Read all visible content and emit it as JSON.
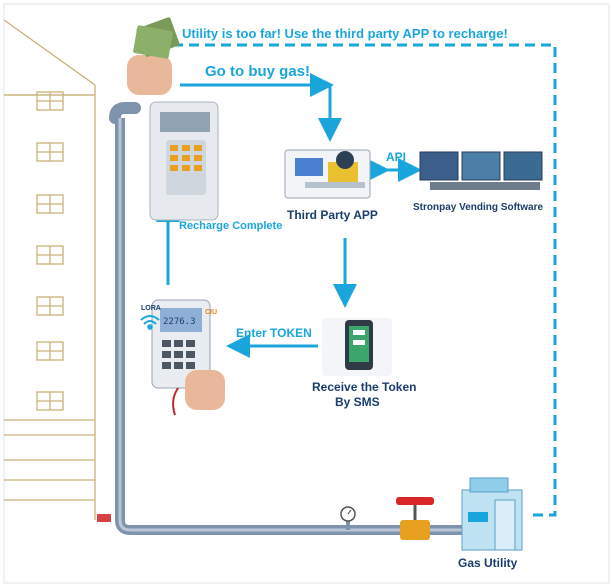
{
  "header": {
    "text": "Utility is too far!  Use the third party APP to recharge!"
  },
  "steps": {
    "buy_gas": "Go to buy gas!",
    "third_party_app": "Third Party APP",
    "api": "API",
    "vending_software": "Stronpay Vending Software",
    "receive_token_line1": "Receive the Token",
    "receive_token_line2": "By SMS",
    "enter_token": "Enter TOKEN",
    "recharge_complete": "Recharge Complete",
    "gas_utility": "Gas Utility"
  },
  "device": {
    "lora": "LORA",
    "ciu": "CIU",
    "screen_value": "2276.3"
  },
  "colors": {
    "accent": "#1aa6dc",
    "pipe": "#7f93ad",
    "building_line": "#c9b27a",
    "text_dark": "#1a3d6d"
  }
}
